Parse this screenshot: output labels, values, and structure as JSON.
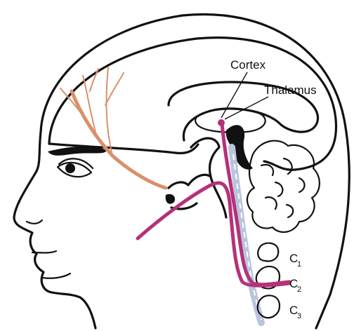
{
  "labels": {
    "cortex": "Cortex",
    "thalamus": "Thalamus",
    "c1": {
      "letter": "C",
      "sub": "1"
    },
    "c2": {
      "letter": "C",
      "sub": "2"
    },
    "c3": {
      "letter": "C",
      "sub": "3"
    }
  },
  "colors": {
    "pathway": "#b5317a",
    "nerve": "#d9906b",
    "spinal_cord": "#b9c4dd",
    "outline": "#111111",
    "background": "#ffffff"
  }
}
